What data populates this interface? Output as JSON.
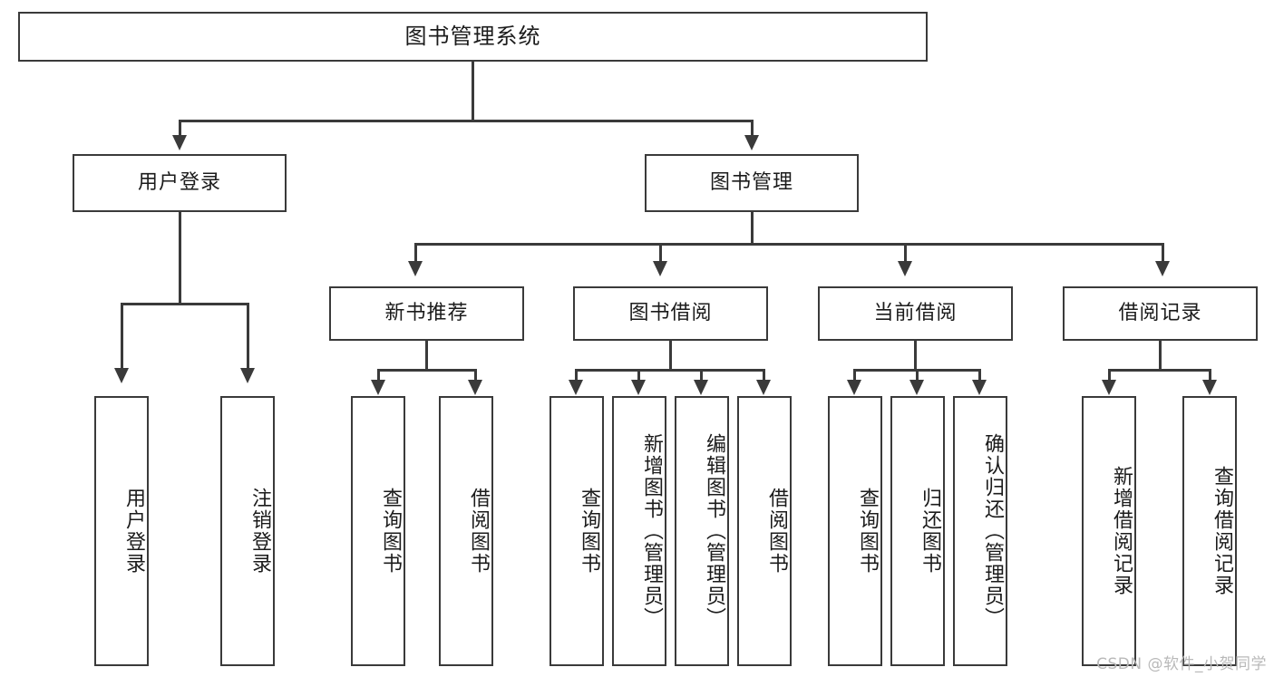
{
  "diagram": {
    "title": "图书管理系统",
    "watermark": "CSDN @软件_小贺同学",
    "colors": {
      "stroke": "#3a3a3a",
      "box_fill": "#ffffff",
      "text": "#1b1b1b",
      "watermark": "#b9b9b9",
      "background": "#ffffff"
    },
    "root": {
      "label": "图书管理系统"
    },
    "level2": [
      {
        "label": "用户登录"
      },
      {
        "label": "图书管理"
      }
    ],
    "level3": [
      {
        "label": "新书推荐"
      },
      {
        "label": "图书借阅"
      },
      {
        "label": "当前借阅"
      },
      {
        "label": "借阅记录"
      }
    ],
    "leaves": {
      "user_login": [
        {
          "label": "用户登录"
        },
        {
          "label": "注销登录"
        }
      ],
      "new_book_recommend": [
        {
          "label": "查询图书"
        },
        {
          "label": "借阅图书"
        }
      ],
      "book_borrow": [
        {
          "label": "查询图书"
        },
        {
          "label": "新增图书（管理员）"
        },
        {
          "label": "编辑图书（管理员）"
        },
        {
          "label": "借阅图书"
        }
      ],
      "current_borrow": [
        {
          "label": "查询图书"
        },
        {
          "label": "归还图书"
        },
        {
          "label": "确认归还（管理员）"
        }
      ],
      "borrow_record": [
        {
          "label": "新增借阅记录"
        },
        {
          "label": "查询借阅记录"
        }
      ]
    }
  },
  "chart_data": {
    "type": "table",
    "title": "图书管理系统 功能结构图",
    "structure": [
      {
        "node": "图书管理系统",
        "level": 1,
        "children": [
          {
            "node": "用户登录",
            "level": 2,
            "children": [
              {
                "node": "用户登录",
                "level": 3,
                "children": []
              },
              {
                "node": "注销登录",
                "level": 3,
                "children": []
              }
            ]
          },
          {
            "node": "图书管理",
            "level": 2,
            "children": [
              {
                "node": "新书推荐",
                "level": 3,
                "children": [
                  {
                    "node": "查询图书",
                    "level": 4,
                    "children": []
                  },
                  {
                    "node": "借阅图书",
                    "level": 4,
                    "children": []
                  }
                ]
              },
              {
                "node": "图书借阅",
                "level": 3,
                "children": [
                  {
                    "node": "查询图书",
                    "level": 4,
                    "children": []
                  },
                  {
                    "node": "新增图书（管理员）",
                    "level": 4,
                    "children": []
                  },
                  {
                    "node": "编辑图书（管理员）",
                    "level": 4,
                    "children": []
                  },
                  {
                    "node": "借阅图书",
                    "level": 4,
                    "children": []
                  }
                ]
              },
              {
                "node": "当前借阅",
                "level": 3,
                "children": [
                  {
                    "node": "查询图书",
                    "level": 4,
                    "children": []
                  },
                  {
                    "node": "归还图书",
                    "level": 4,
                    "children": []
                  },
                  {
                    "node": "确认归还（管理员）",
                    "level": 4,
                    "children": []
                  }
                ]
              },
              {
                "node": "借阅记录",
                "level": 3,
                "children": [
                  {
                    "node": "新增借阅记录",
                    "level": 4,
                    "children": []
                  },
                  {
                    "node": "查询借阅记录",
                    "level": 4,
                    "children": []
                  }
                ]
              }
            ]
          }
        ]
      }
    ]
  }
}
